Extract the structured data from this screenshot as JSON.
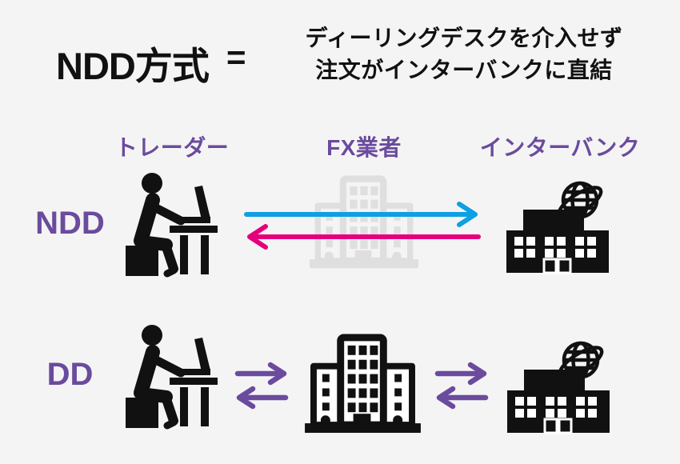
{
  "title": {
    "term": "NDD方式",
    "equals": "=",
    "definition_line1": "ディーリングデスクを介入せず",
    "definition_line2": "注文がインターバンクに直結"
  },
  "columns": {
    "trader": "トレーダー",
    "fx_broker": "FX業者",
    "interbank": "インターバンク"
  },
  "rows": {
    "ndd": "NDD",
    "dd": "DD"
  },
  "icons": {
    "trader": "person-at-desk-with-laptop",
    "fx_broker": "office-building",
    "fx_broker_ndd_state": "grayed-out-bypassed",
    "interbank": "bank-building-with-globe",
    "ndd_order_arrow": "long-right-arrow-trader-to-interbank",
    "ndd_return_arrow": "long-left-arrow-interbank-to-trader",
    "dd_arrows": "short-double-exchange-arrows"
  },
  "colors": {
    "bg": "#f5f4f4",
    "ink": "#111111",
    "purple": "#6a4b9e",
    "blue": "#0da0e2",
    "pink": "#e4007d",
    "gray": "#dfdfdf",
    "paper": "#ffffff"
  }
}
